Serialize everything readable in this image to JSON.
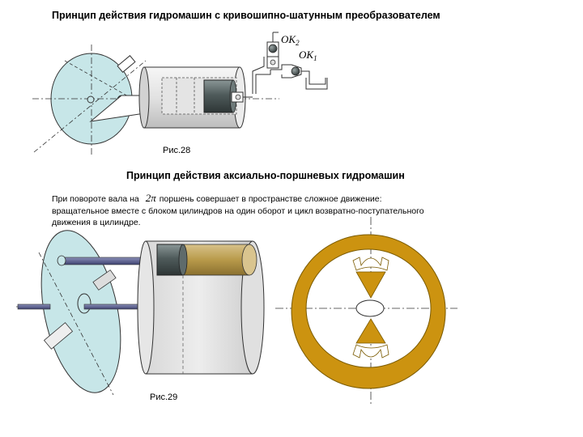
{
  "figure1": {
    "title": "Принцип действия  гидромашин с кривошипно-шатунным преобразователем",
    "caption": "Рис.28",
    "labels": {
      "valve_top": "OK",
      "valve_top_sub": "2",
      "valve_bottom": "OK",
      "valve_bottom_sub": "1"
    }
  },
  "figure2": {
    "title": "Принцип действия аксиально-поршневых гидромашин",
    "text_before": "При повороте вала на",
    "formula": "2π",
    "text_after": "поршень совершает в пространстве сложное движение:",
    "line2": "вращательное вместе с блоком цилиндров на один оборот и цикл возвратно-поступательного",
    "line3": "движения в цилиндре.",
    "caption": "Рис.29"
  },
  "colors": {
    "disk": "#c7e6e8",
    "cylinder": "#e9e9e9",
    "piston_dark": "#4f5b5b",
    "piston_gold": "#b89a4a",
    "ring": "#cc9310",
    "rod": "#5a5f8c"
  }
}
